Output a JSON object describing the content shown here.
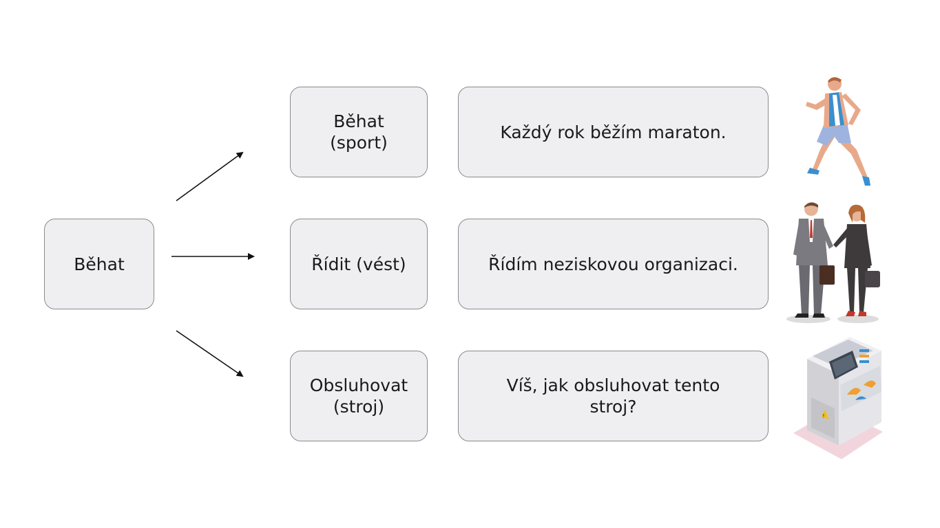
{
  "source": {
    "label": "Běhat"
  },
  "meanings": [
    {
      "label_line1": "Běhat",
      "label_line2": "(sport)",
      "example_line1": "Každý rok běžím maraton.",
      "example_line2": "",
      "illustration": "runner-illustration"
    },
    {
      "label_line1": "Řídit (vést)",
      "label_line2": "",
      "example_line1": "Řídím neziskovou organizaci.",
      "example_line2": "",
      "illustration": "business-people-illustration"
    },
    {
      "label_line1": "Obsluhovat",
      "label_line2": "(stroj)",
      "example_line1": "Víš, jak obsluhovat tento",
      "example_line2": "stroj?",
      "illustration": "machine-illustration"
    }
  ],
  "colors": {
    "box_fill": "#efeff2",
    "box_border": "#8a8a8d",
    "arrow": "#111111",
    "text": "#1a1a1a"
  }
}
